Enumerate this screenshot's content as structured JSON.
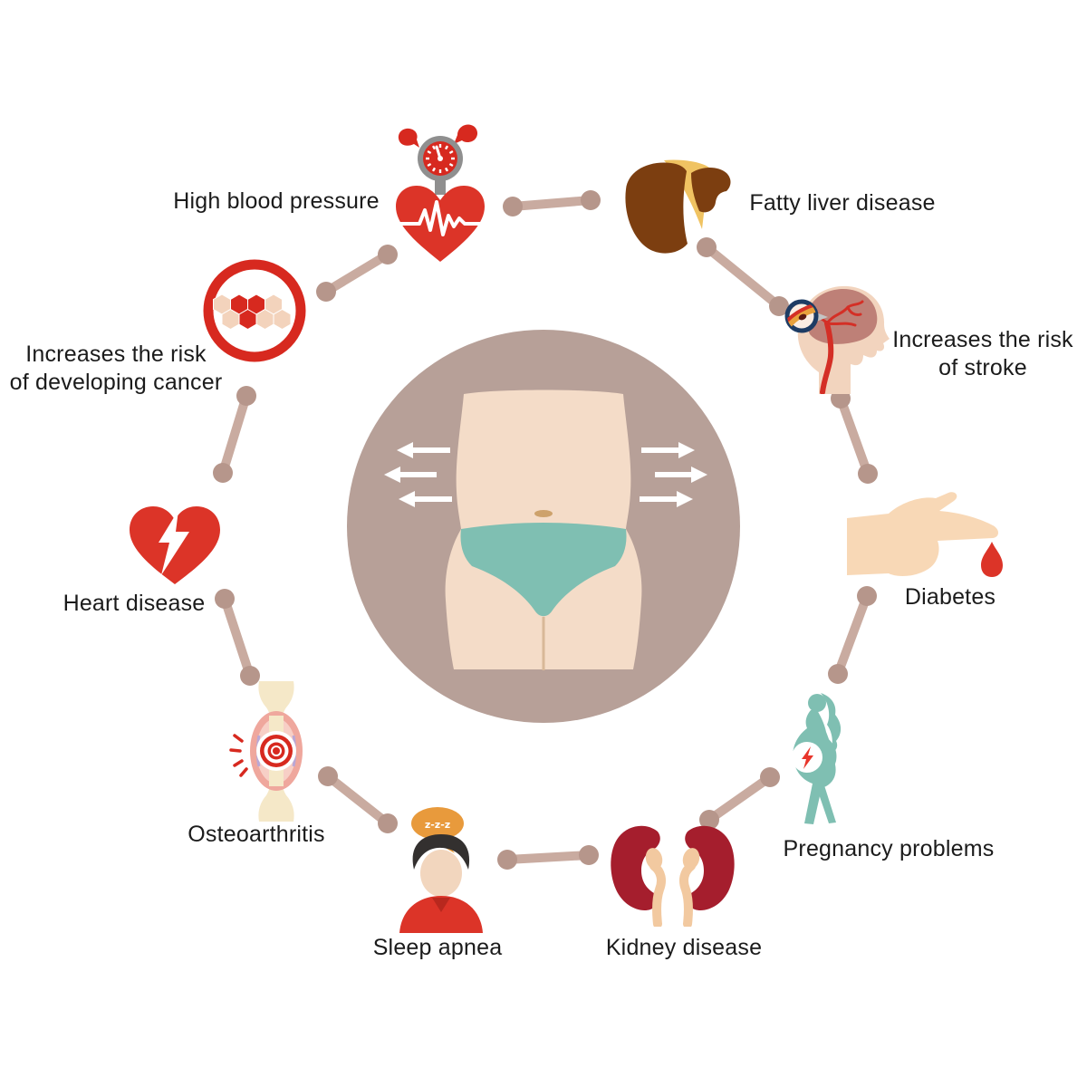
{
  "items": [
    {
      "id": "high-blood-pressure",
      "label": "High blood pressure",
      "icon": "heart-blood-pressure-gauge-icon"
    },
    {
      "id": "fatty-liver-disease",
      "label": "Fatty liver disease",
      "icon": "liver-icon"
    },
    {
      "id": "stroke-risk",
      "label": "Increases the risk\nof stroke",
      "icon": "brain-artery-icon"
    },
    {
      "id": "diabetes",
      "label": "Diabetes",
      "icon": "hand-blood-drop-icon"
    },
    {
      "id": "pregnancy-problems",
      "label": "Pregnancy problems",
      "icon": "pregnant-woman-icon"
    },
    {
      "id": "kidney-disease",
      "label": "Kidney disease",
      "icon": "kidneys-icon"
    },
    {
      "id": "sleep-apnea",
      "label": "Sleep apnea",
      "icon": "sleeping-person-icon"
    },
    {
      "id": "osteoarthritis",
      "label": "Osteoarthritis",
      "icon": "inflamed-joint-icon"
    },
    {
      "id": "heart-disease",
      "label": "Heart disease",
      "icon": "heart-lightning-icon"
    },
    {
      "id": "cancer-risk",
      "label": "Increases the risk\nof developing cancer",
      "icon": "cancer-cells-icon"
    }
  ],
  "center": {
    "icon": "expanding-waistline-torso-icon"
  },
  "sleep_bubble": "z-z-z",
  "colors": {
    "red": "#DC3428",
    "dark_red": "#A51E2D",
    "liver_brown": "#7C3E10",
    "fatty_gold": "#F0C362",
    "teal": "#7FBFB2",
    "skin": "#F2D6BE",
    "center_circle": "#B7A098",
    "bone_connector": "#C9ABA0",
    "bubble_orange": "#E89A3C",
    "text": "#1B1B1B"
  }
}
